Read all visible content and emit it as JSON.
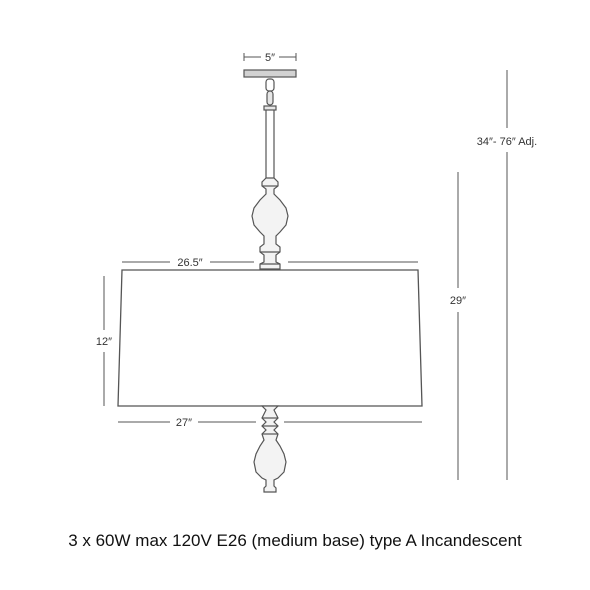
{
  "dimensions": {
    "canopy_width": "5″",
    "top_shade_width": "26.5″",
    "bottom_shade_width": "27″",
    "shade_height": "12″",
    "fixture_height": "29″",
    "overall_height": "34″- 76″ Adj."
  },
  "caption": "3 x 60W max 120V E26 (medium base) type A Incandescent",
  "colors": {
    "line": "#555555",
    "canopy": "#cfcfcf",
    "metal": "#bdbdbd"
  }
}
